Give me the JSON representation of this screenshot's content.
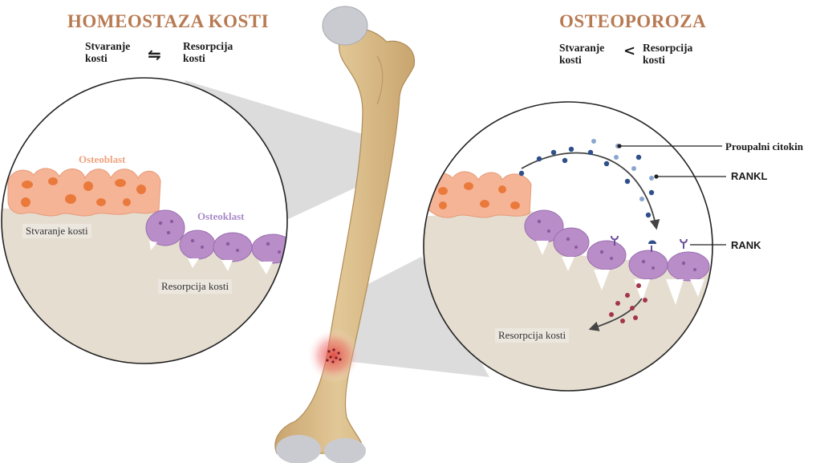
{
  "left": {
    "title": "HOMEOSTAZA KOSTI",
    "formation": "Stvaranje\nkosti",
    "symbol": "⇋",
    "resorption": "Resorpcija\nkosti",
    "osteoblast_label": "Osteoblast",
    "osteoclast_label": "Osteoklast",
    "formation_label": "Stvaranje kosti",
    "resorption_label": "Resorpcija kosti"
  },
  "right": {
    "title": "OSTEOPOROZA",
    "formation": "Stvaranje\nkosti",
    "symbol": "<",
    "resorption": "Resorpcija\nkosti",
    "cytokine_label": "Proupalni citokin",
    "rankl_label": "RANKL",
    "rank_label": "RANK",
    "resorption_label": "Resorpcija kosti"
  },
  "colors": {
    "title": "#b87a52",
    "bone_shaft": "#d9bc8a",
    "bone_matrix": "#e5ddd0",
    "osteoblast": "#f6b497",
    "osteoblast_nucleus": "#ea7a3c",
    "osteoclast": "#b98dc8",
    "osteoclast_dot": "#8a5a9e",
    "rankl": "#2f4f8a",
    "cytokine": "#8aa6cf",
    "resorption_dots": "#a3354a",
    "lesion": "#e24040"
  }
}
